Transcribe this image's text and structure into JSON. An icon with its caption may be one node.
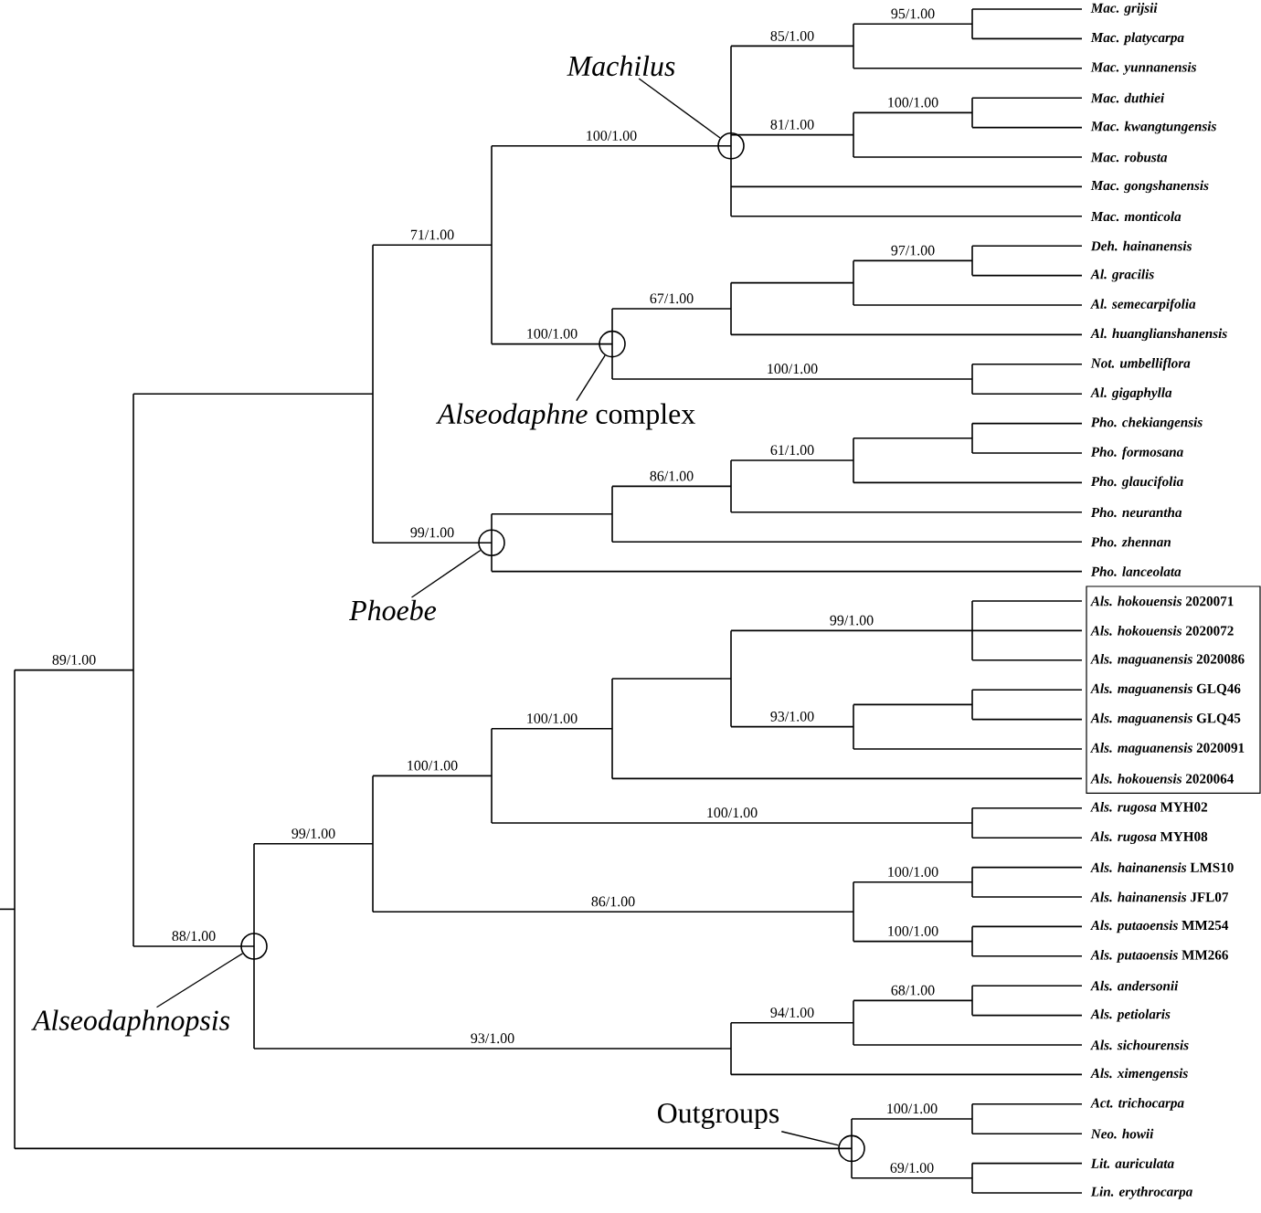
{
  "diagram": {
    "nodes": [
      {
        "text": [
          "Machilus"
        ]
      },
      {
        "text": [],
        "shape": "circle"
      },
      {
        "text": [
          "*Alseodaphne* complex"
        ]
      },
      {
        "text": [],
        "shape": "circle"
      },
      {
        "text": [
          "Phoebe"
        ]
      },
      {
        "text": [],
        "shape": "circle"
      },
      {
        "text": [
          "Alseodaphnopsis"
        ]
      },
      {
        "text": [],
        "shape": "circle"
      },
      {
        "text": [
          "Outgroups"
        ]
      },
      {
        "text": [],
        "shape": "circle"
      }
    ],
    "edges": [
      {
        "from": 0,
        "to": 1,
        "arrow": "none"
      },
      {
        "from": 2,
        "to": 3,
        "arrow": "none"
      },
      {
        "from": 4,
        "to": 5,
        "arrow": "none"
      },
      {
        "from": 6,
        "to": 7,
        "arrow": "none"
      },
      {
        "from": 8,
        "to": 9,
        "arrow": "none"
      }
    ],
    "labels": [
      "Mac. grijsii",
      "Mac. platycarpa",
      "Mac. yunnanensis",
      "Mac. duthiei",
      "Mac. kwangtungensis",
      "Mac. robusta",
      "Mac. gongshanensis",
      "Mac. monticola",
      "Deh. hainanensis",
      "Al. gracilis",
      "Al. semecarpifolia",
      "Al. huanglianshanensis",
      "Not. umbelliflora",
      "Al. gigaphylla",
      "Pho. chekiangensis",
      "Pho. formosana",
      "Pho. glaucifolia",
      "Pho. neurantha",
      "Pho. zhennan",
      "Pho. lanceolata",
      "*Als. hokouensis* 2020071",
      "*Als. hokouensis* 2020072",
      "*Als. maguanensis* 2020086",
      "*Als. maguanensis* GLQ46",
      "*Als. maguanensis* GLQ45",
      "*Als. maguanensis* 2020091",
      "*Als. hokouensis* 2020064",
      "*Als. rugosa* MYH02",
      "*Als. rugosa* MYH08",
      "*Als. hainanensis* LMS10",
      "*Als. hainanensis* JFL07",
      "*Als. putaoensis* MM254",
      "*Als. putaoensis* MM266",
      "Als. andersonii",
      "Als. petiolaris",
      "Als. sichourensis",
      "Als. ximengensis",
      "Act. trichocarpa",
      "Neo. howii",
      "Lit. auriculata",
      "Lin. erythrocarpa",
      "89/1.00",
      "71/1.00",
      "100/1.00",
      "85/1.00",
      "95/1.00",
      "81/1.00",
      "100/1.00",
      "100/1.00",
      "67/1.00",
      "97/1.00",
      "100/1.00",
      "99/1.00",
      "86/1.00",
      "61/1.00",
      "88/1.00",
      "99/1.00",
      "100/1.00",
      "100/1.00",
      "99/1.00",
      "93/1.00",
      "100/1.00",
      "86/1.00",
      "100/1.00",
      "100/1.00",
      "93/1.00",
      "94/1.00",
      "68/1.00",
      "100/1.00",
      "69/1.00"
    ]
  }
}
